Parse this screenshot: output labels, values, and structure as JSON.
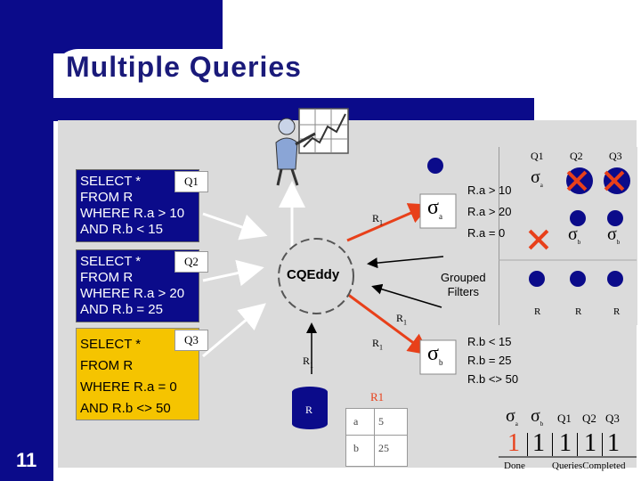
{
  "slide": {
    "title": "Multiple Queries",
    "page_number": "11"
  },
  "queries": [
    {
      "tag": "Q1",
      "lines": [
        "SELECT *",
        "FROM R",
        "WHERE R.a > 10",
        "AND R.b < 15"
      ],
      "bg": "#0b0b8a",
      "fg": "#ffffff"
    },
    {
      "tag": "Q2",
      "lines": [
        "SELECT *",
        "FROM R",
        "WHERE R.a > 20",
        "AND R.b = 25"
      ],
      "bg": "#0b0b8a",
      "fg": "#ffffff"
    },
    {
      "tag": "Q3",
      "lines": [
        "SELECT *",
        "FROM R",
        "WHERE R.a = 0",
        "AND R.b <> 50"
      ],
      "bg": "#f5c400",
      "fg": "#000000"
    }
  ],
  "diagram": {
    "eddy_label": "CQEddy",
    "grouped_filters_label": "Grouped\nFilters",
    "sigma": "σ",
    "sigma_a_sub": "a",
    "sigma_b_sub": "b",
    "filters_a": [
      "R.a > 10",
      "R.a > 20",
      "R.a = 0"
    ],
    "filters_b": [
      "R.b < 15",
      "R.b = 25",
      "R.b <> 50"
    ],
    "tuple_label": "R",
    "tuple_sub": "1",
    "source_label": "R",
    "r1_table": {
      "title": "R1",
      "rows": [
        [
          "a",
          "5"
        ],
        [
          "b",
          "25"
        ]
      ]
    }
  },
  "status_grid": {
    "headers": [
      "Q1",
      "Q2",
      "Q3"
    ],
    "row_labels_top": [
      "σ",
      "σ"
    ],
    "r_label": "R"
  },
  "done_panel": {
    "header_sigma": "σ",
    "headers": [
      "Q1",
      "Q2",
      "Q3"
    ],
    "values": [
      "1",
      "1",
      "1",
      "1",
      "1"
    ],
    "done_label": "Done",
    "queries_completed_label": "QueriesCompleted"
  },
  "colors": {
    "navy": "#0b0b8a",
    "yellow": "#f5c400",
    "red": "#e8401a",
    "accent_orange": "#ff6a1a"
  }
}
